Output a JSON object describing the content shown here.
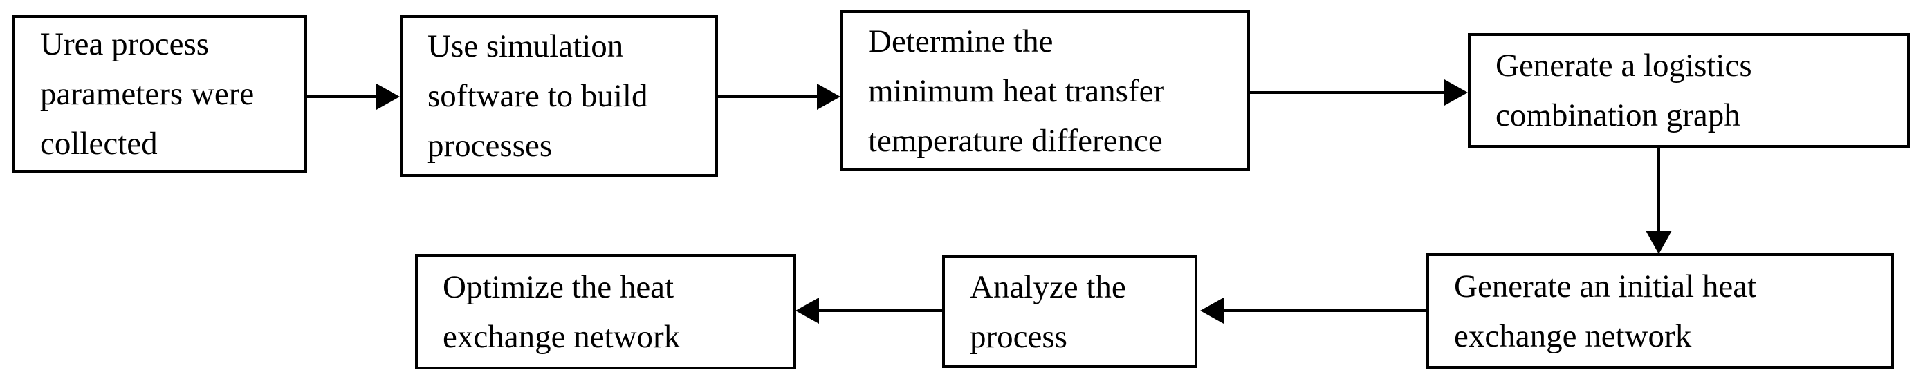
{
  "diagram": {
    "background_color": "#ffffff",
    "line_color": "#000000",
    "text_color": "#000000",
    "nodes": [
      {
        "id": "collect-parameters",
        "label": "Urea process parameters were collected",
        "lines": [
          "Urea process",
          "parameters were",
          "collected"
        ]
      },
      {
        "id": "build-processes",
        "label": "Use simulation software to build processes",
        "lines": [
          "Use simulation",
          "software to build",
          "processes"
        ]
      },
      {
        "id": "determine-delta-t",
        "label": "Determine the minimum heat transfer temperature difference",
        "lines": [
          "Determine the",
          "minimum heat transfer",
          "temperature difference"
        ]
      },
      {
        "id": "logistics-graph",
        "label": "Generate a logistics combination graph",
        "lines": [
          "Generate a logistics",
          "combination graph"
        ]
      },
      {
        "id": "initial-network",
        "label": "Generate an initial heat exchange network",
        "lines": [
          "Generate an initial heat",
          "exchange network"
        ]
      },
      {
        "id": "analyze-process",
        "label": "Analyze the process",
        "lines": [
          "Analyze the",
          "process"
        ]
      },
      {
        "id": "optimize-network",
        "label": "Optimize the heat exchange network",
        "lines": [
          "Optimize the heat",
          "exchange network"
        ]
      }
    ],
    "edges": [
      {
        "from": "collect-parameters",
        "to": "build-processes",
        "direction": "right"
      },
      {
        "from": "build-processes",
        "to": "determine-delta-t",
        "direction": "right"
      },
      {
        "from": "determine-delta-t",
        "to": "logistics-graph",
        "direction": "right"
      },
      {
        "from": "logistics-graph",
        "to": "initial-network",
        "direction": "down"
      },
      {
        "from": "initial-network",
        "to": "analyze-process",
        "direction": "left"
      },
      {
        "from": "analyze-process",
        "to": "optimize-network",
        "direction": "left"
      }
    ]
  }
}
